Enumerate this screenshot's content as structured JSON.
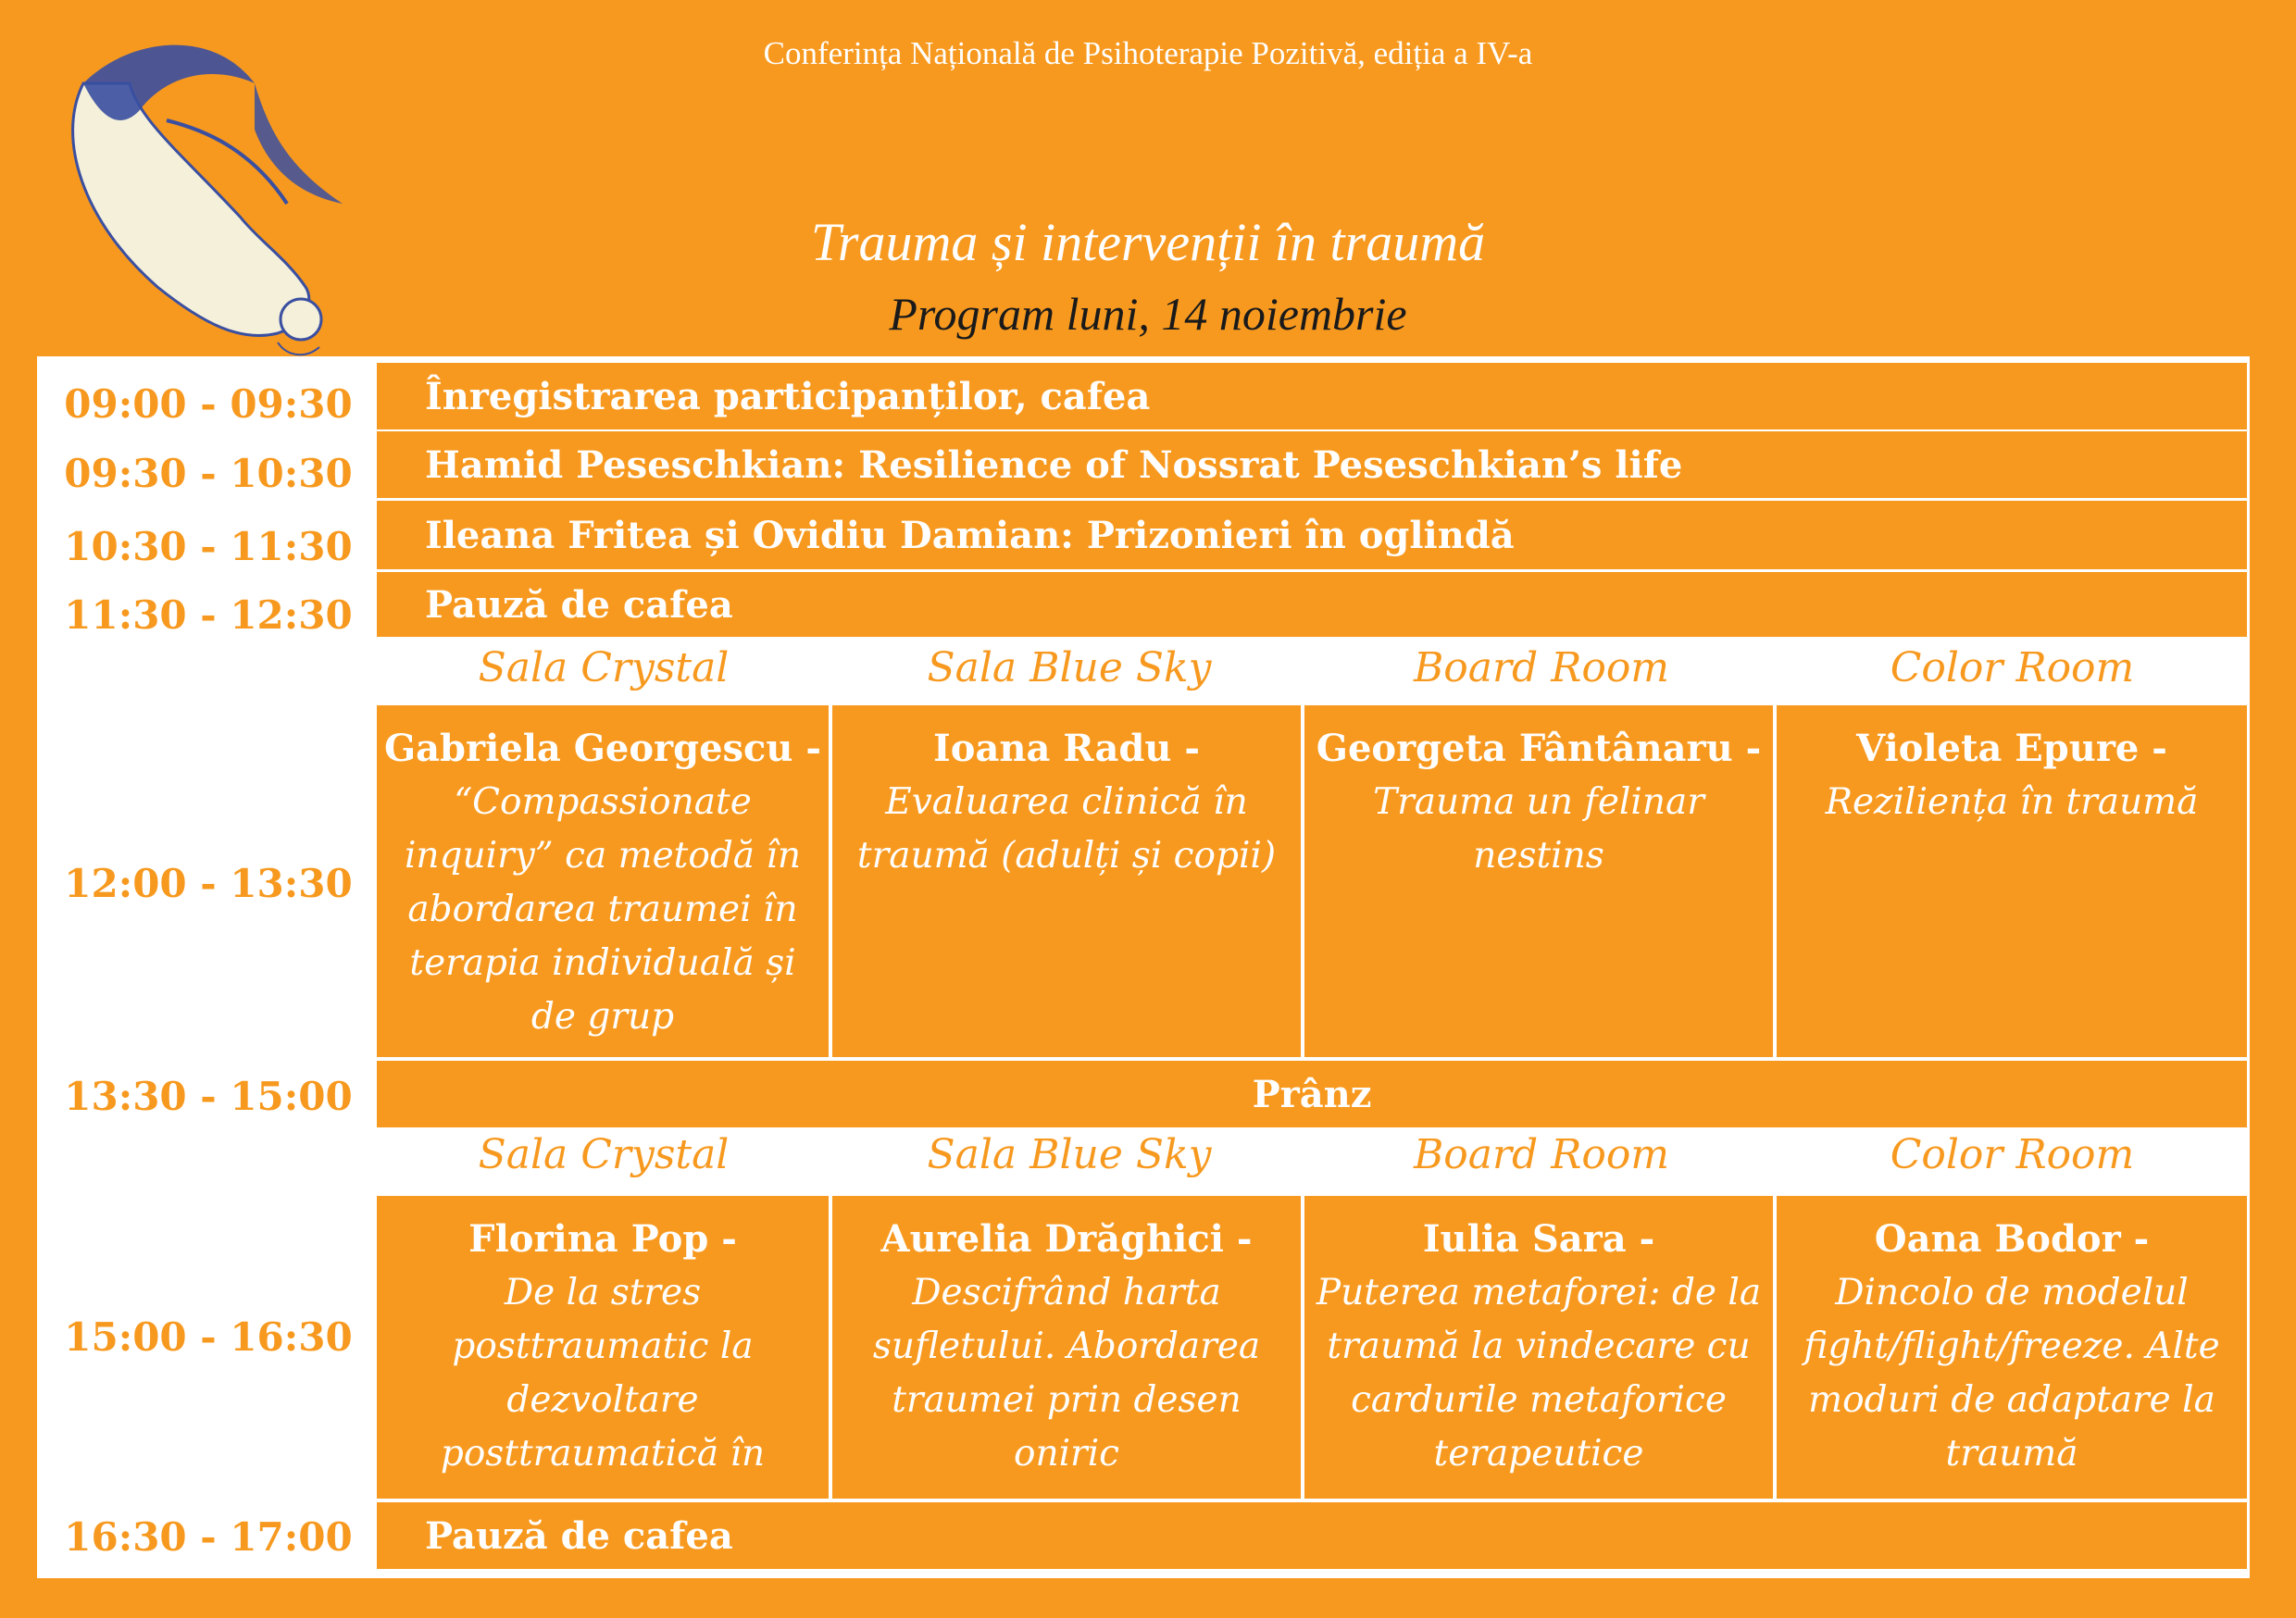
{
  "header": {
    "conference": "Conferința Națională de Psihoterapie Pozitivă, ediția a IV-a",
    "title": "Trauma și intervenții în traumă",
    "subtitle": "Program luni, 14 noiembrie"
  },
  "colors": {
    "accent": "#F7991F",
    "text_light": "#FFFFFF",
    "logo_blue": "#3A4FA0",
    "logo_cream": "#F4F0DA"
  },
  "rows": [
    {
      "time": "09:00 - 09:30",
      "label": "Înregistrarea participanților, cafea"
    },
    {
      "time": "09:30 - 10:30",
      "label": "Hamid Peseschkian: Resilience of Nossrat Peseschkian’s life"
    },
    {
      "time": "10:30 - 11:30",
      "label": "Ileana Fritea și Ovidiu Damian: Prizonieri în oglindă"
    },
    {
      "time": "11:30 - 12:30",
      "label": "Pauză de cafea"
    }
  ],
  "rooms_1": [
    "Sala Crystal",
    "Sala Blue Sky",
    "Board Room",
    "Color Room"
  ],
  "session_1": {
    "time": "12:00 - 13:30",
    "cells": [
      {
        "speaker": "Gabriela Georgescu -",
        "title": "“Compassionate inquiry” ca metodă în abordarea traumei în terapia individuală și de grup"
      },
      {
        "speaker": "Ioana Radu -",
        "title": "Evaluarea clinică în traumă (adulți  și copii)"
      },
      {
        "speaker": "Georgeta Fântânaru -",
        "title": "Trauma un felinar nestins"
      },
      {
        "speaker": "Violeta Epure -",
        "title": "Reziliența în traumă"
      }
    ]
  },
  "lunch": {
    "time": "13:30 - 15:00",
    "label": "Prânz"
  },
  "rooms_2": [
    "Sala Crystal",
    "Sala Blue Sky",
    "Board Room",
    "Color Room"
  ],
  "session_2": {
    "time": "15:00 - 16:30",
    "cells": [
      {
        "speaker": "Florina Pop -",
        "title": "De la stres posttraumatic la dezvoltare posttraumatică în cancer"
      },
      {
        "speaker": "Aurelia Drăghici -",
        "title": "Descifrând harta sufletului. Abordarea traumei prin desen oniric"
      },
      {
        "speaker": "Iulia Sara -",
        "title": "Puterea metaforei: de la traumă la vindecare cu cardurile metaforice terapeutice"
      },
      {
        "speaker": "Oana Bodor -",
        "title": "Dincolo de modelul fight/flight/freeze. Alte moduri de adaptare la traumă"
      }
    ]
  },
  "final": {
    "time": "16:30 - 17:00",
    "label": "Pauză de cafea"
  },
  "logo": {
    "icon": "swimmer-figure-icon"
  }
}
